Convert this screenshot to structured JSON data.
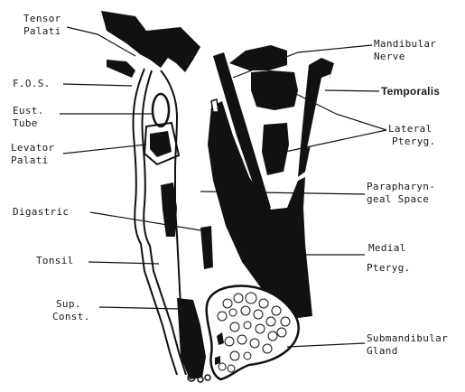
{
  "labels": {
    "tensor_palati": [
      "Tensor",
      "Palati"
    ],
    "fos": "F.O.S.",
    "eust_tube": [
      "Eust.",
      "Tube"
    ],
    "levator_palati": [
      "Levator",
      "Palati"
    ],
    "digastric": "Digastric",
    "tonsil": "Tonsil",
    "sup_const": [
      "Sup.",
      "Const."
    ],
    "mandibular_nerve": [
      "Mandibular",
      "Nerve"
    ],
    "temporalis": "Temporalis",
    "lateral_pteryg": [
      "Lateral",
      "Pteryg."
    ],
    "parapharyngeal_space": [
      "Parapharyn-",
      "geal Space"
    ],
    "medial_pteryg": [
      "Medial",
      "Pteryg."
    ],
    "submandibular_gland": [
      "Submandibular",
      "Gland"
    ]
  },
  "colors": {
    "ink": "#111111",
    "paper": "#ffffff"
  }
}
